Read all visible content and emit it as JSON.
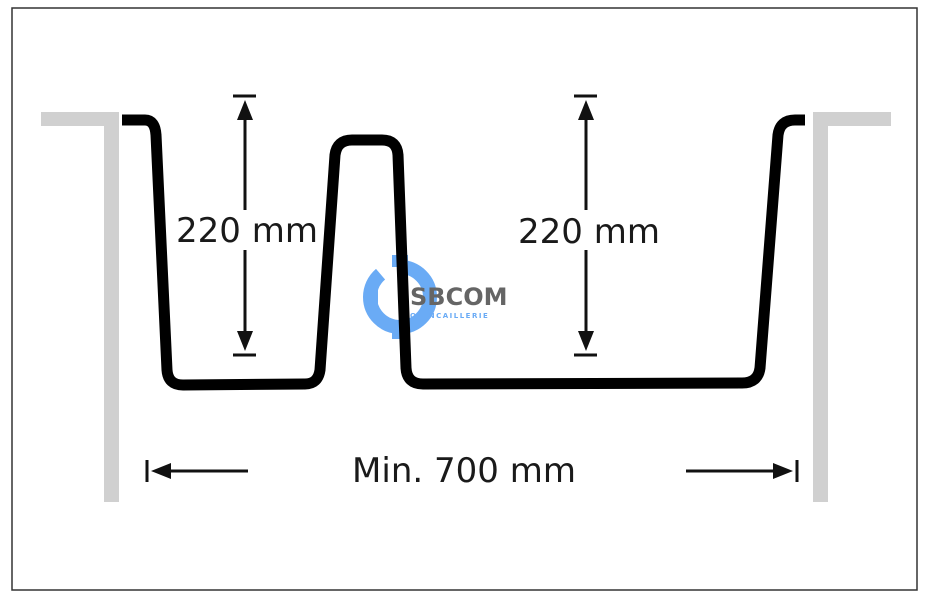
{
  "diagram": {
    "left_depth_label": "220 mm",
    "right_depth_label": "220 mm",
    "width_label": "Min. 700 mm"
  },
  "watermark": {
    "brand": "SBCOM",
    "subtitle": "QUINCAILLERIE"
  },
  "colors": {
    "outline": "#000000",
    "cabinet": "#d0d0d0",
    "logo_blue": "#5aa2f5"
  }
}
